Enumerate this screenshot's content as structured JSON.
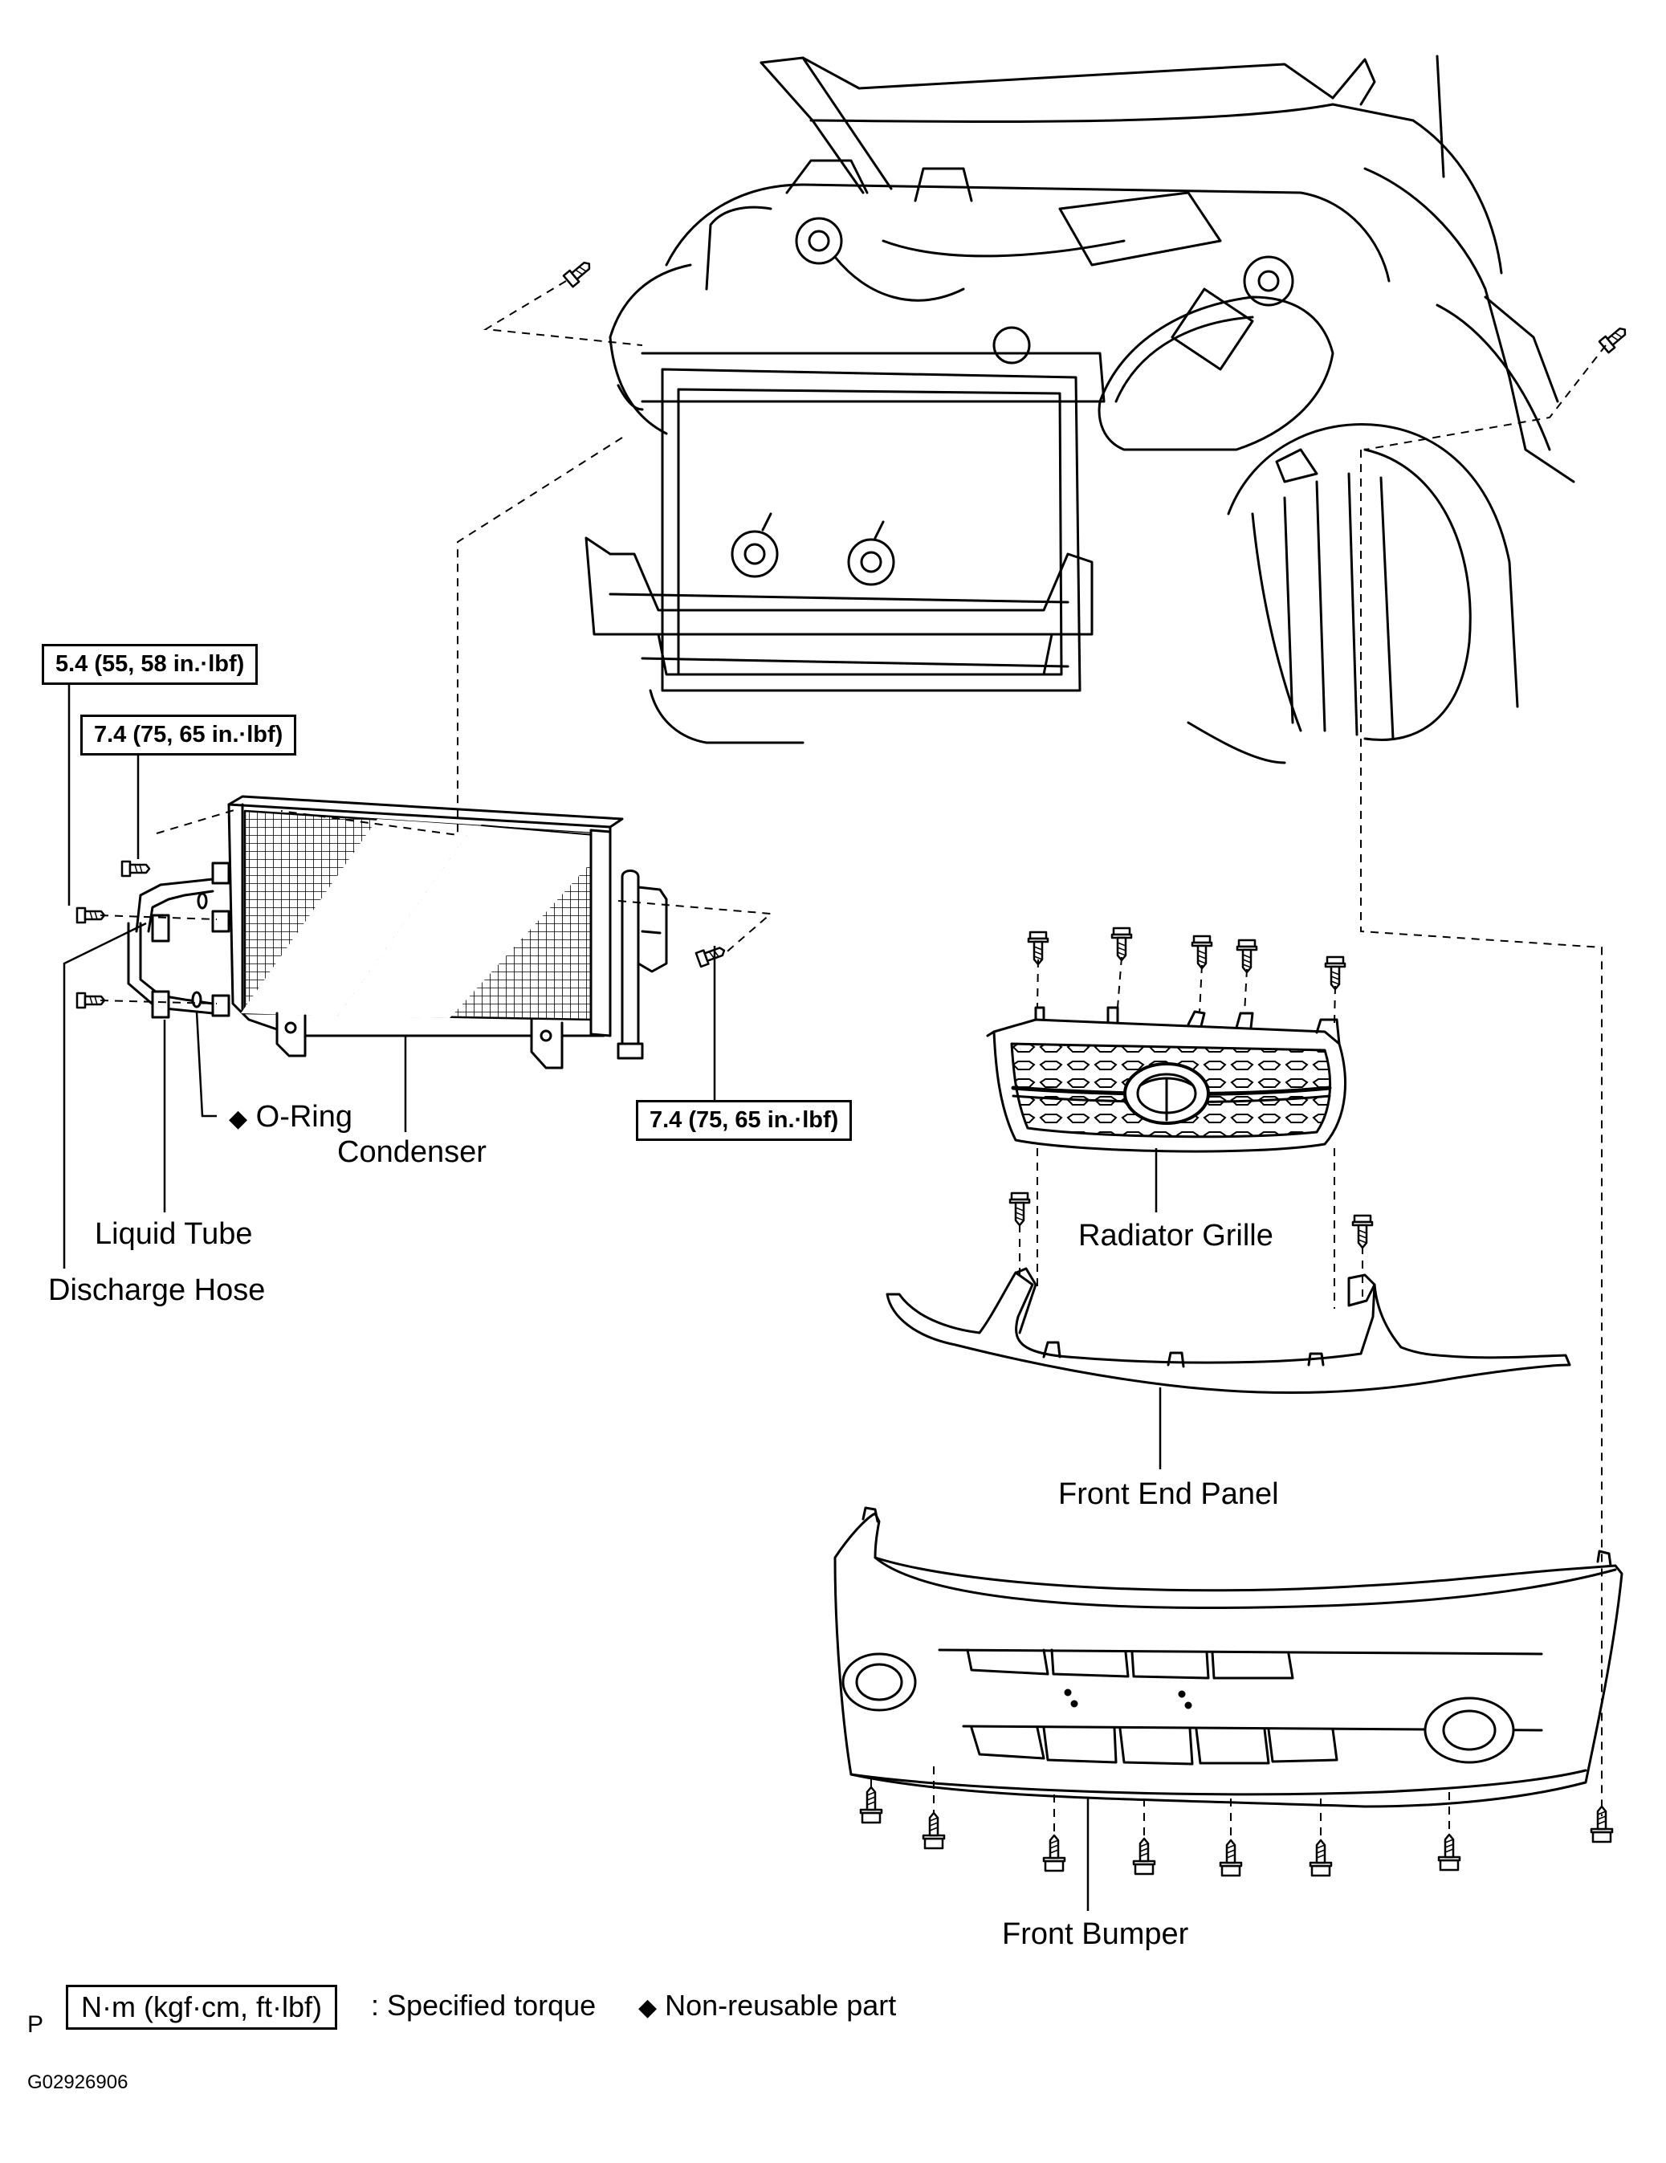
{
  "torque_specs": {
    "bolt_top_left": "5.4 (55, 58 in.·lbf)",
    "bolt_condenser_upper": "7.4 (75, 65 in.·lbf)",
    "bolt_receiver": "7.4 (75, 65 in.·lbf)"
  },
  "labels": {
    "o_ring": "O-Ring",
    "condenser": "Condenser",
    "liquid_tube": "Liquid Tube",
    "discharge_hose": "Discharge Hose",
    "radiator_grille": "Radiator Grille",
    "front_end_panel": "Front End Panel",
    "front_bumper": "Front Bumper"
  },
  "legend": {
    "unit_box": "N·m (kgf·cm, ft·lbf)",
    "specified_torque": ": Specified torque",
    "non_reusable": "Non-reusable part",
    "diamond_symbol": "◆"
  },
  "footer": {
    "corner_mark": "P",
    "figure_id": "G02926906"
  },
  "colors": {
    "line": "#000000",
    "background": "#ffffff"
  }
}
